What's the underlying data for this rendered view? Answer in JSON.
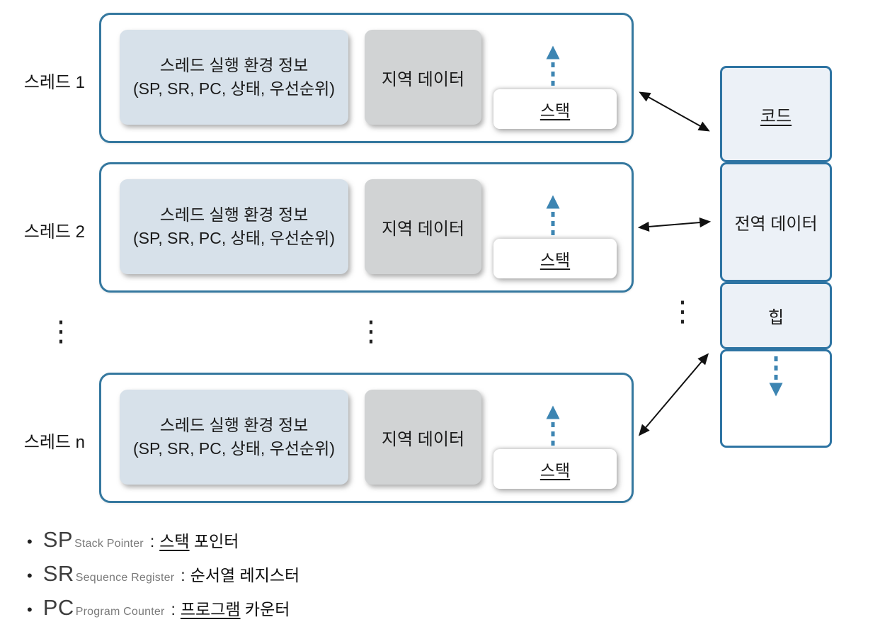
{
  "threads": [
    {
      "label": "스레드 1",
      "env_line1": "스레드 실행 환경 정보",
      "env_line2": "(SP, SR, PC, 상태, 우선순위)",
      "local_label": "지역 데이터",
      "stack_label": "스택"
    },
    {
      "label": "스레드 2",
      "env_line1": "스레드 실행 환경 정보",
      "env_line2": "(SP, SR, PC, 상태, 우선순위)",
      "local_label": "지역 데이터",
      "stack_label": "스택"
    },
    {
      "label": "스레드 n",
      "env_line1": "스레드 실행 환경 정보",
      "env_line2": "(SP, SR, PC, 상태, 우선순위)",
      "local_label": "지역 데이터",
      "stack_label": "스택"
    }
  ],
  "memory": {
    "segments": [
      {
        "label": "코드"
      },
      {
        "label": "전역 데이터"
      },
      {
        "label": "힙"
      },
      {
        "label": ""
      }
    ]
  },
  "ellipsis": "⋮",
  "legend": {
    "bullet": "•",
    "separator": ":",
    "items": [
      {
        "abbr": "SP",
        "full": "Stack Pointer",
        "ko_em": "스택",
        "ko_rest": " 포인터"
      },
      {
        "abbr": "SR",
        "full": "Sequence Register",
        "ko_em": "",
        "ko_rest": "순서열 레지스터"
      },
      {
        "abbr": "PC",
        "full": "Program Counter",
        "ko_em": "프로그램",
        "ko_rest": " 카운터"
      }
    ]
  },
  "colors": {
    "thread_border_blue": "#35789f",
    "memory_border_blue": "#2e74a3",
    "arrow_blue": "#3d85b2",
    "arrow_black": "#111111",
    "env_fill": "#d7e1ea",
    "local_fill": "#d1d3d4",
    "memory_fill": "#ecf1f7"
  }
}
